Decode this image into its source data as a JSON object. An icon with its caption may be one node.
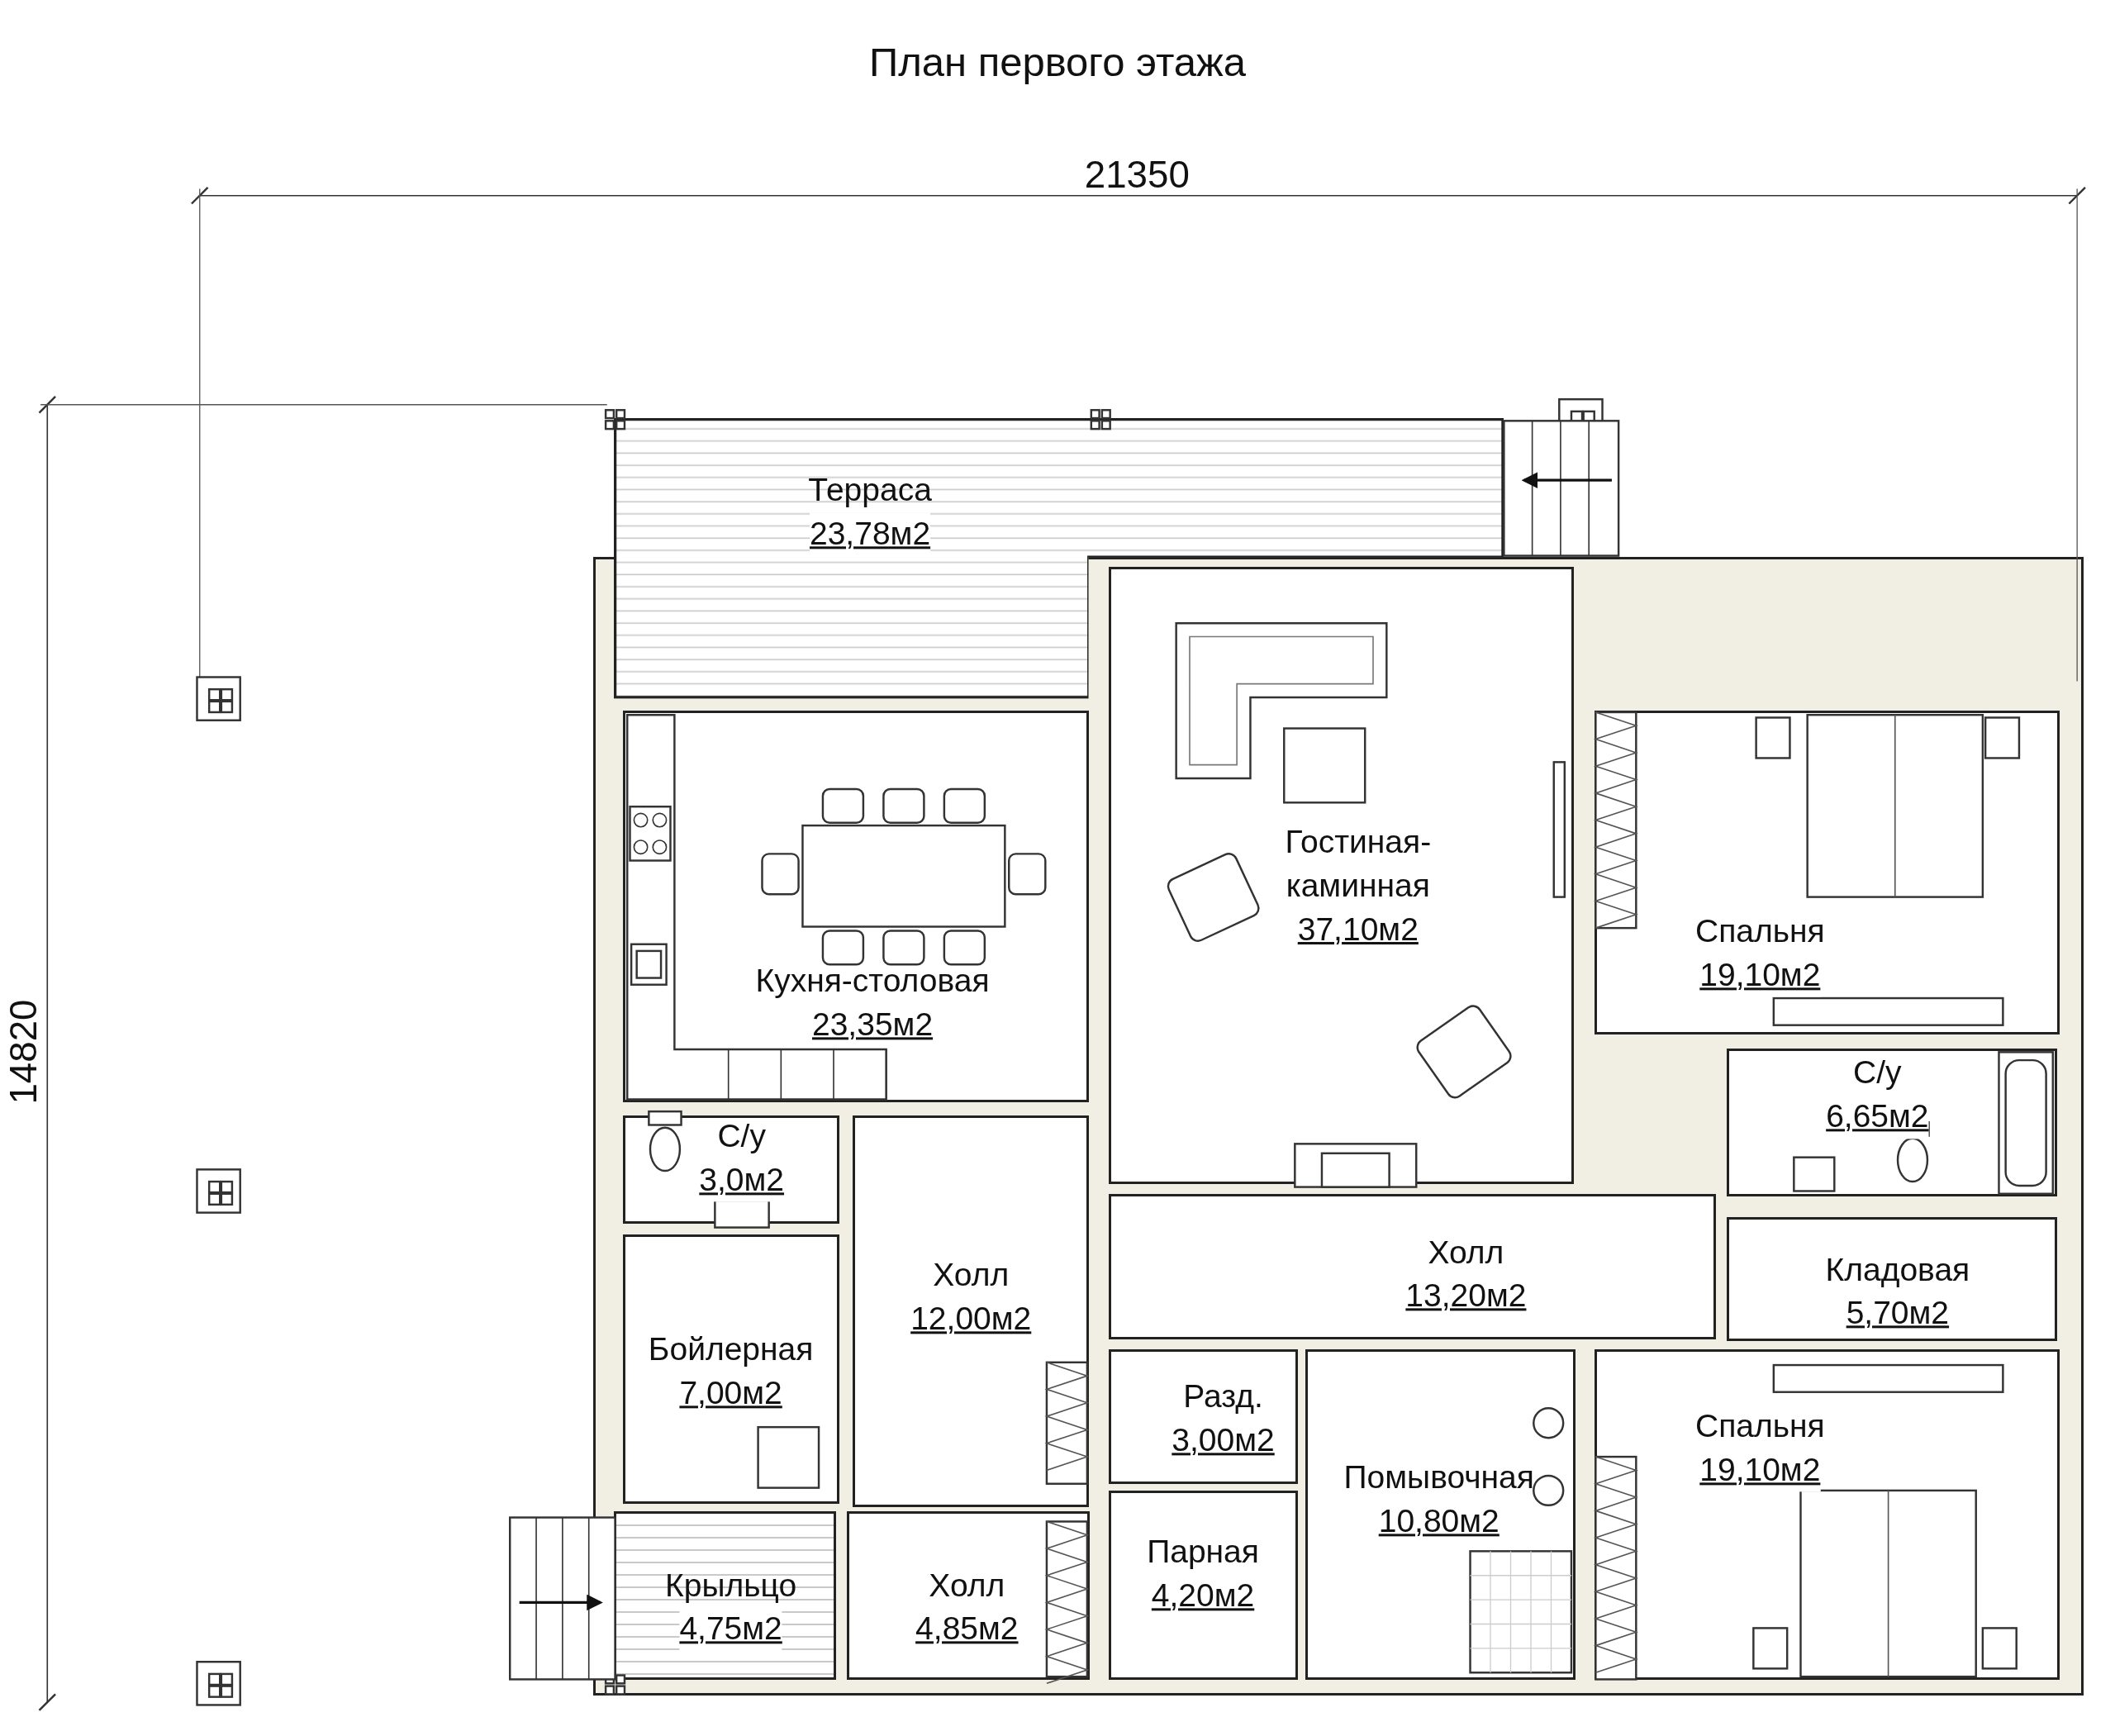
{
  "diagram": {
    "title": "План первого этажа",
    "nodes": [
      {
        "text": [
          "Терраса",
          "23,78м2"
        ]
      },
      {
        "text": [
          "Кухня-столовая",
          "23,35м2"
        ]
      },
      {
        "text": [
          "Гостиная-каминная",
          "37,10м2"
        ]
      },
      {
        "text": [
          "Спальня",
          "19,10м2"
        ]
      },
      {
        "text": [
          "С/у",
          "6,65м2"
        ]
      },
      {
        "text": [
          "С/у",
          "3,0м2"
        ]
      },
      {
        "text": [
          "Кладовая",
          "5,70м2"
        ]
      },
      {
        "text": [
          "Холл",
          "12,00м2"
        ]
      },
      {
        "text": [
          "Холл",
          "13,20м2"
        ]
      },
      {
        "text": [
          "Бойлерная",
          "7,00м2"
        ]
      },
      {
        "text": [
          "Разд.",
          "3,00м2"
        ]
      },
      {
        "text": [
          "Помывочная",
          "10,80м2"
        ]
      },
      {
        "text": [
          "Спальня",
          "19,10м2"
        ]
      },
      {
        "text": [
          "Парная",
          "4,20м2"
        ]
      },
      {
        "text": [
          "Крыльцо",
          "4,75м2"
        ]
      },
      {
        "text": [
          "Холл",
          "4,85м2"
        ]
      }
    ],
    "labels": [
      "21350",
      "14820"
    ]
  }
}
